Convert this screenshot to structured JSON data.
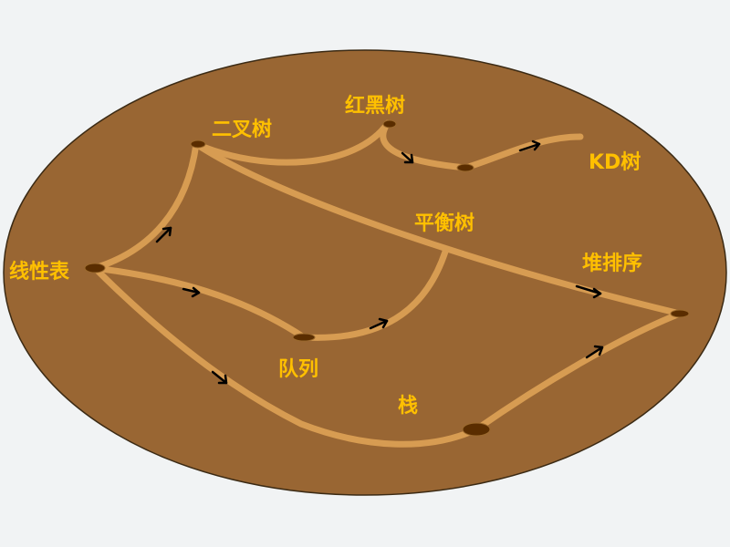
{
  "colors": {
    "background": "#f1f3f4",
    "board": "#996633",
    "board_edge": "#3b2a14",
    "path": "#d79c52",
    "label": "#ffc000",
    "hole": "#5a2d00",
    "arrow": "#000000"
  },
  "nodes": {
    "linear": "线性表",
    "binary_tree": "二叉树",
    "red_black_tree": "红黑树",
    "kd_tree": "KD树",
    "balanced_tree": "平衡树",
    "heap_sort": "堆排序",
    "queue": "队列",
    "stack": "栈"
  }
}
